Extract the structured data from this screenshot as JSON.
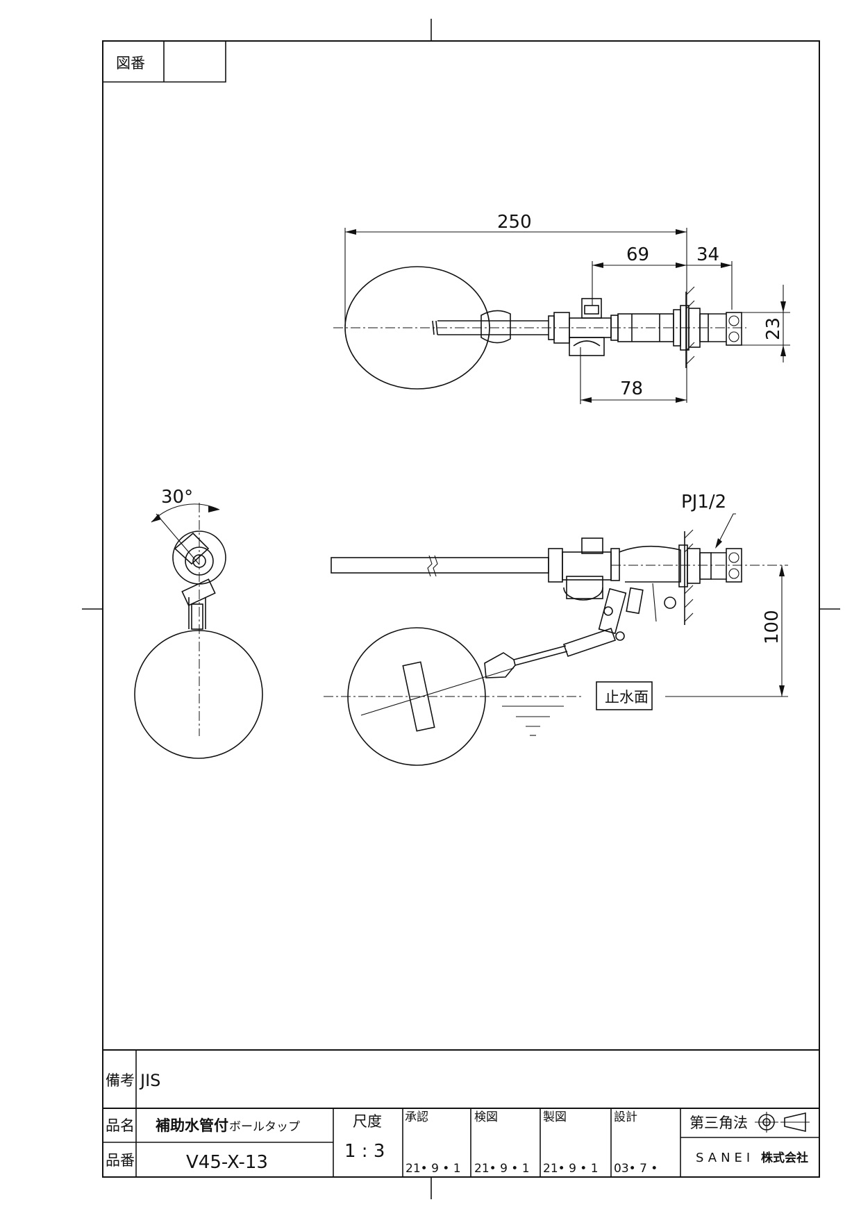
{
  "header": {
    "drawing_number_label": "図番",
    "drawing_number_value": ""
  },
  "dimensions": {
    "total_length": "250",
    "body_length": "69",
    "thread_length": "34",
    "nut_height": "23",
    "mount_length": "78",
    "tilt_angle": "30°",
    "thread_spec": "PJ1/2",
    "water_level_height": "100",
    "water_level_label": "止水面"
  },
  "title_block": {
    "remarks_label": "備考",
    "remarks_value": "JIS",
    "product_name_label": "品名",
    "product_name_main": "補助水管付",
    "product_name_sub": "ボールタップ",
    "product_number_label": "品番",
    "product_number": "V45-X-13",
    "scale_label": "尺度",
    "scale_value": "1 : 3",
    "approval_label": "承認",
    "approval_date": "21• 9 • 1",
    "check_label": "検図",
    "check_date": "21• 9 • 1",
    "drafting_label": "製図",
    "drafting_date": "21• 9 • 1",
    "design_label": "設計",
    "design_date": "03• 7 •",
    "projection_label": "第三角法",
    "company": "SANEI",
    "company_suffix": "株式会社"
  }
}
